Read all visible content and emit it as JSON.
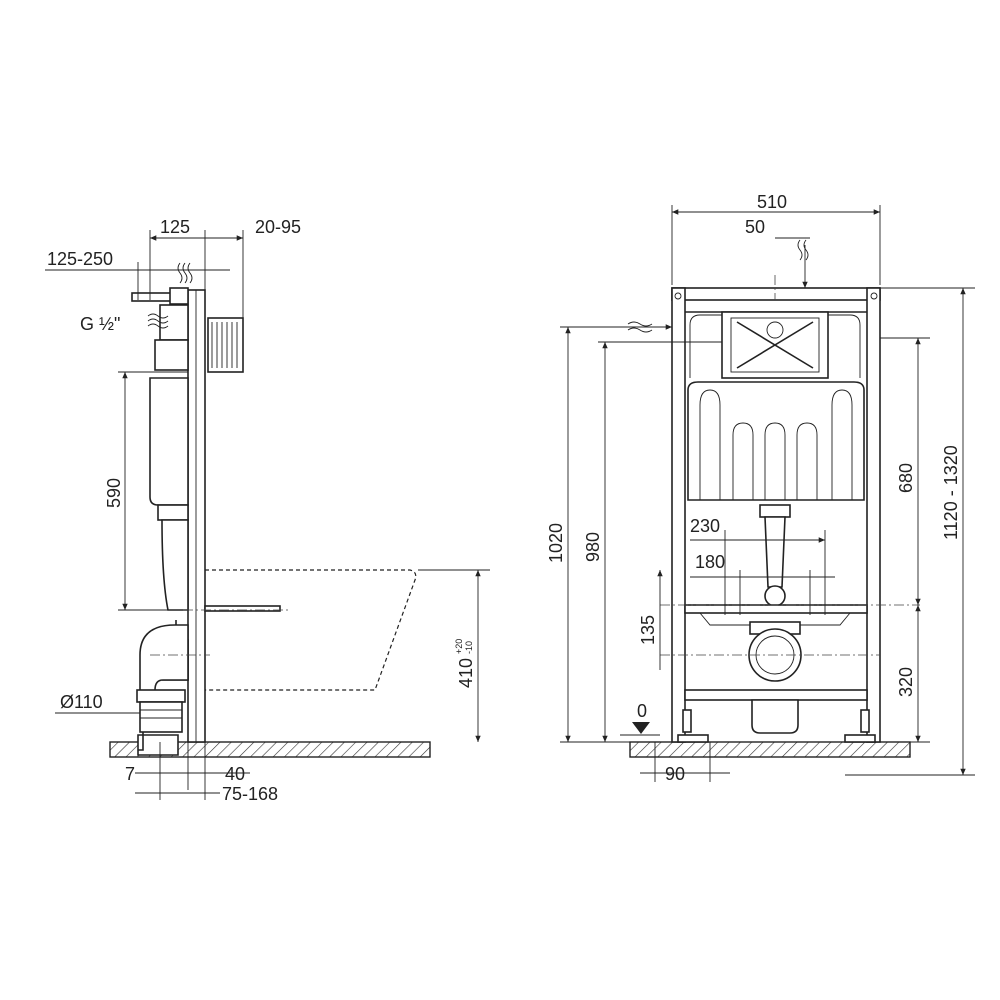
{
  "side_view": {
    "dims": {
      "d125": "125",
      "d20_95": "20-95",
      "d125_250": "125-250",
      "g_half": "G ½\"",
      "d590": "590",
      "d110": "Ø110",
      "d7": "7",
      "d40": "40",
      "d75_168": "75-168",
      "d410": "410",
      "tol_plus": "+20",
      "tol_minus": "-10"
    }
  },
  "front_view": {
    "dims": {
      "d510": "510",
      "d50": "50",
      "d1020": "1020",
      "d980": "980",
      "d230": "230",
      "d180": "180",
      "d135": "135",
      "d680": "680",
      "d1120_1320": "1120 - 1320",
      "d320": "320",
      "d0": "0",
      "d90": "90"
    }
  }
}
